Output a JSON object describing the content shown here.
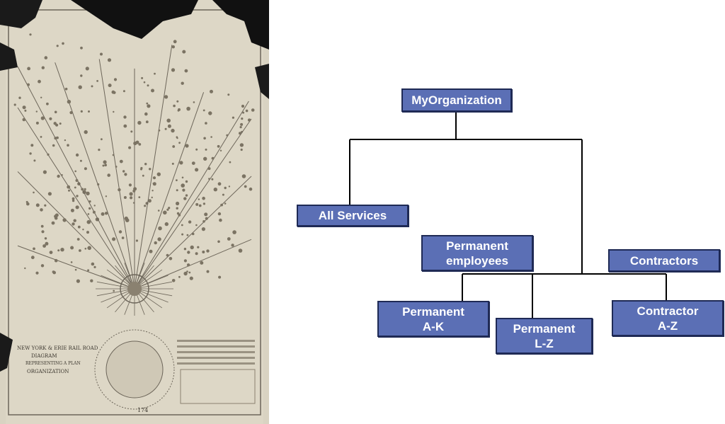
{
  "map": {
    "title_lines": [
      "NEW YORK & ERIE RAIL ROAD",
      "DIAGRAM",
      "REPRESENTING A PLAN",
      "ORGANIZATION"
    ],
    "footer_number": "174"
  },
  "org": {
    "root": "MyOrganization",
    "all_services": "All Services",
    "permanent_employees": [
      "Permanent",
      "employees"
    ],
    "contractors": "Contractors",
    "permanent_ak": [
      "Permanent",
      "A-K"
    ],
    "permanent_lz": [
      "Permanent",
      "L-Z"
    ],
    "contractor_az": [
      "Contractor",
      "A-Z"
    ]
  },
  "colors": {
    "node_fill": "#5b6fb5",
    "node_border": "#1f2a55",
    "line": "#000000"
  }
}
